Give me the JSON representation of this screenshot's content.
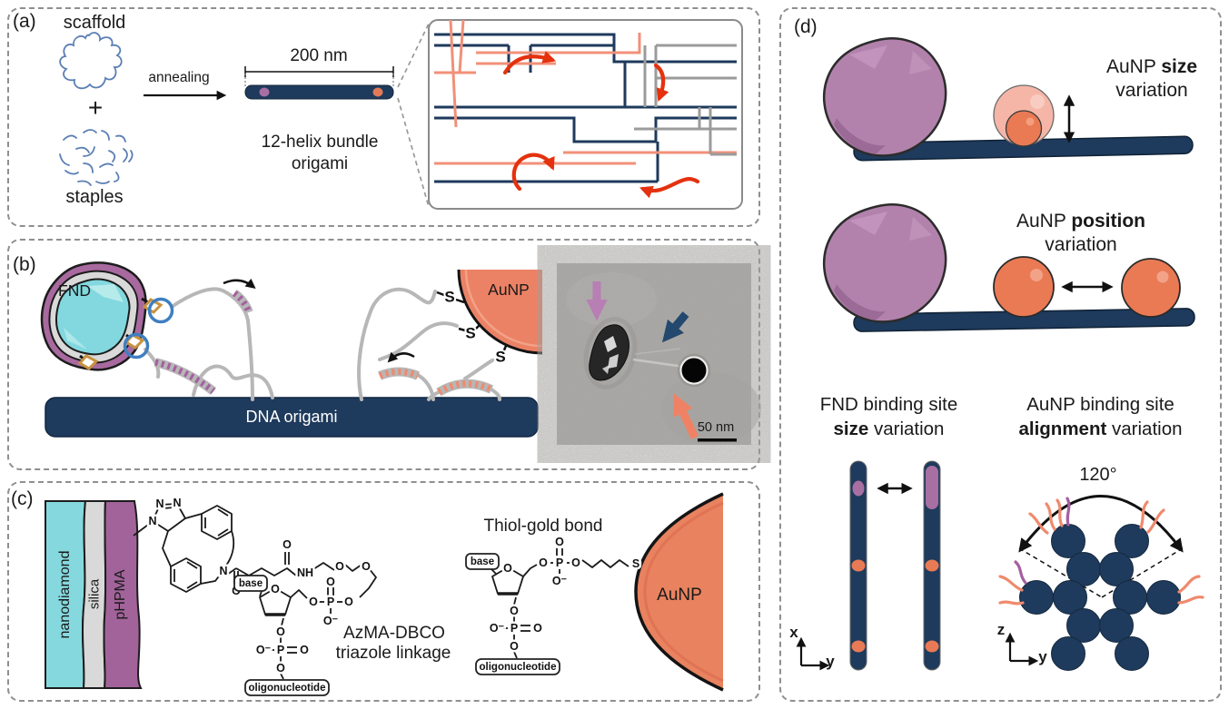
{
  "colors": {
    "navy": "#1e3a5c",
    "salmon": "#e87d5c",
    "salmon_light": "#f5b6a8",
    "purple": "#a873a3",
    "cyan": "#82d8de",
    "strand_gray": "#b7b7b7",
    "arrow_red": "#e5310e"
  },
  "panel_a": {
    "label": "(a)",
    "scaffold": "scaffold",
    "plus": "+",
    "staples": "staples",
    "annealing": "annealing",
    "length": "200 nm",
    "bundle_line1": "12-helix bundle",
    "bundle_line2": "origami"
  },
  "panel_b": {
    "label": "(b)",
    "fnd": "FND",
    "aunp": "AuNP",
    "sulfur": "S",
    "origami": "DNA origami",
    "scalebar": "50 nm"
  },
  "panel_c": {
    "label": "(c)",
    "layers": {
      "nanodiamond": "nanodiamond",
      "silica": "silica",
      "phpma": "pHPMA"
    },
    "base": "base",
    "oligo": "oligonucleotide",
    "linkage_line1": "AzMA-DBCO",
    "linkage_line2": "triazole linkage",
    "thiol": "Thiol-gold bond",
    "aunp": "AuNP",
    "atoms": {
      "o": "O",
      "om": "O⁻",
      "p": "P",
      "n": "N",
      "nh": "NH",
      "s": "S"
    }
  },
  "panel_d": {
    "label": "(d)",
    "size_title": {
      "pre": "AuNP ",
      "bold": "size",
      "line2": "variation"
    },
    "position_title": {
      "pre": "AuNP ",
      "bold": "position",
      "line2": "variation"
    },
    "fnd_site_title": {
      "line1": "FND binding site",
      "bold": "size",
      "rest": " variation"
    },
    "aunp_site_title": {
      "line1": "AuNP binding site",
      "bold": "alignment",
      "rest": " variation"
    },
    "angle": "120°",
    "axis": {
      "x": "x",
      "y": "y",
      "z": "z"
    }
  }
}
